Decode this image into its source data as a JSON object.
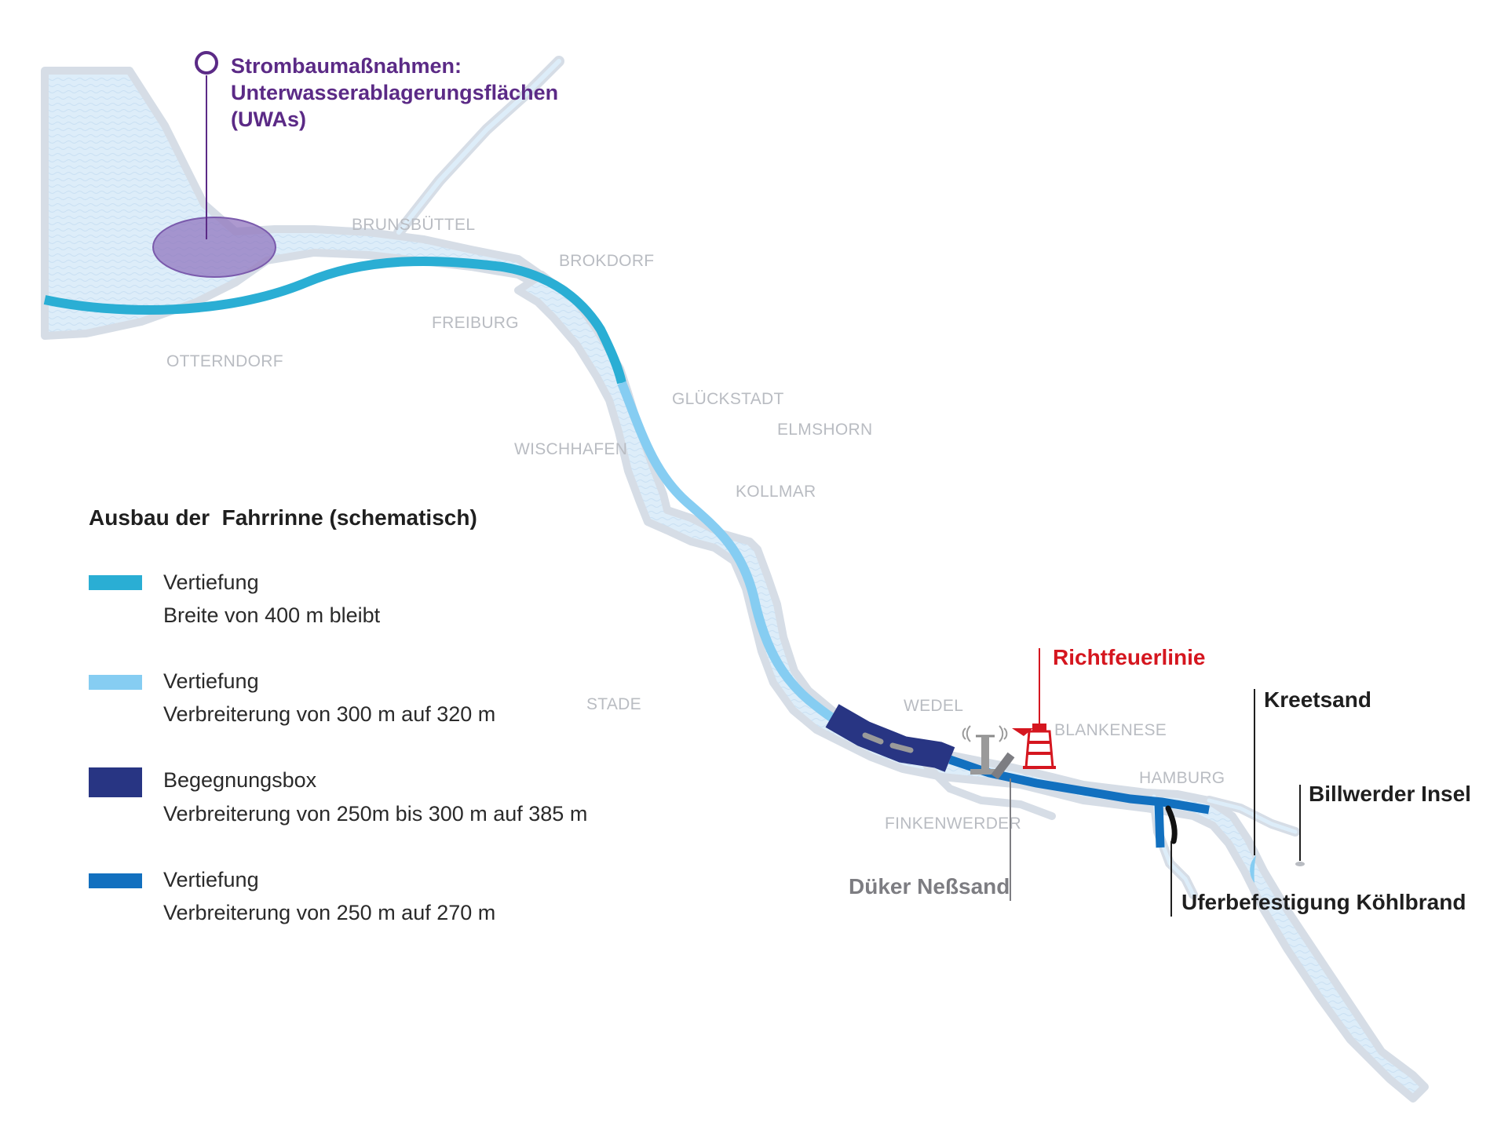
{
  "colors": {
    "channel_unchanged_width": "#2aaed4",
    "channel_widened_320": "#86cdf2",
    "passing_box": "#283583",
    "channel_widened_270": "#1270bf",
    "water": "#ddedf9",
    "bank": "#d6dde6",
    "disposal_area": "#8e71bd",
    "callout_purple": "#5b2a86",
    "callout_red": "#d5161f"
  },
  "towns": {
    "brunsbuettel": "BRUNSBÜTTEL",
    "brokdorf": "BROKDORF",
    "freiburg": "FREIBURG",
    "otterndorf": "OTTERNDORF",
    "glueckstadt": "GLÜCKSTADT",
    "elmshorn": "ELMSHORN",
    "wischhafen": "WISCHHAFEN",
    "kollmar": "KOLLMAR",
    "stade": "STADE",
    "wedel": "WEDEL",
    "blankenese": "BLANKENESE",
    "hamburg": "HAMBURG",
    "finkenwerder": "FINKENWERDER"
  },
  "callouts": {
    "uwa_line1": "Strombaumaßnahmen:",
    "uwa_line2": "Unterwasserablagerungsflächen",
    "uwa_line3": "(UWAs)",
    "richtfeuer": "Richtfeuerlinie",
    "kreetsand": "Kreetsand",
    "billwerder": "Billwerder Insel",
    "dueker": "Düker Neßsand",
    "koehlbrand": "Uferbefestigung Köhlbrand"
  },
  "icons": {
    "uwa_marker": "circle-pin-icon",
    "lighthouse": "lighthouse-icon",
    "pipeline_pump": "pipeline-pump-icon"
  },
  "legend": {
    "title": "Ausbau der  Fahrrinne (schematisch)",
    "items": [
      {
        "line1": "Vertiefung",
        "line2": "Breite von 400 m bleibt",
        "color": "#2aaed4"
      },
      {
        "line1": "Vertiefung",
        "line2": "Verbreiterung von 300 m auf 320 m",
        "color": "#86cdf2"
      },
      {
        "line1": "Begegnungsbox",
        "line2": "Verbreiterung von 250m bis 300 m auf 385 m",
        "color": "#283583"
      },
      {
        "line1": "Vertiefung",
        "line2": "Verbreiterung von 250 m auf 270 m",
        "color": "#1270bf"
      }
    ]
  }
}
